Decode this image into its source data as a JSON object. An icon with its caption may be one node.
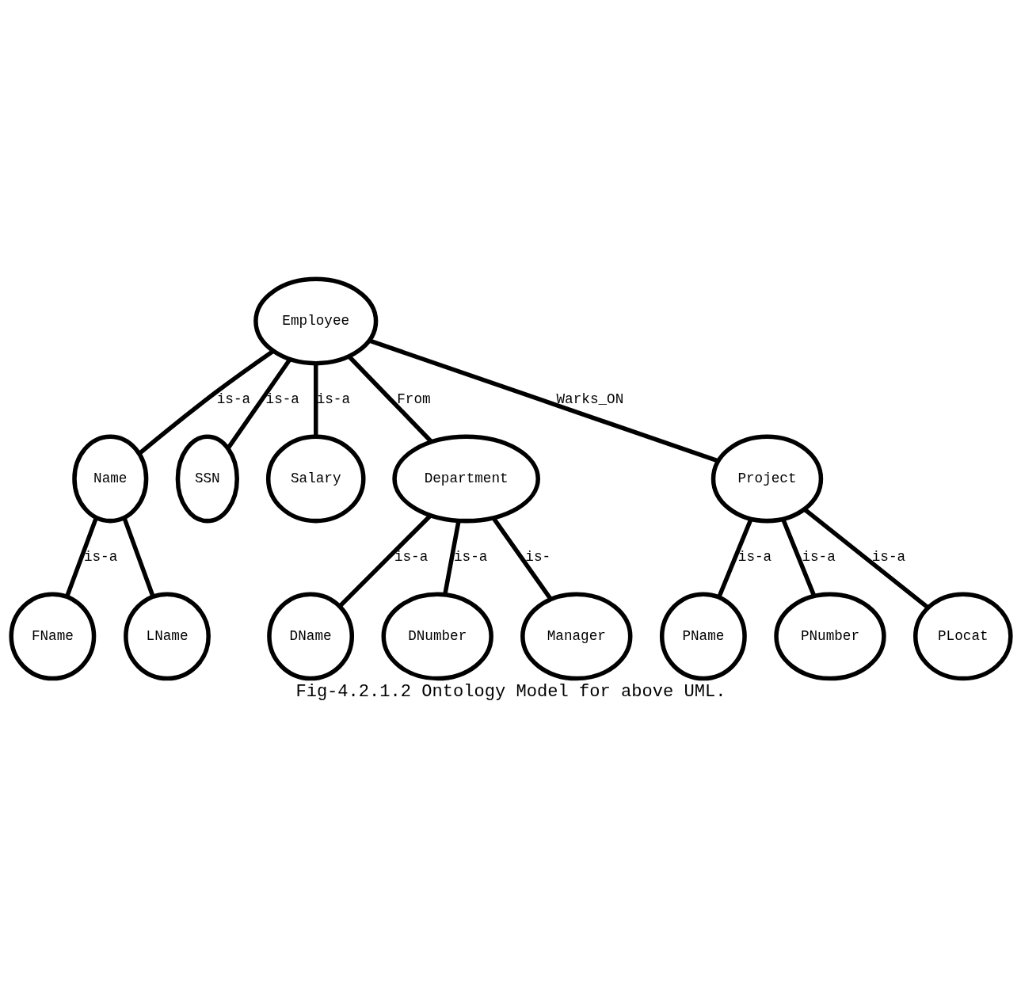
{
  "diagram": {
    "caption": "Fig-4.2.1.2 Ontology Model for above UML.",
    "nodes": [
      {
        "text": [
          "Employee"
        ]
      },
      {
        "text": [
          "Name"
        ]
      },
      {
        "text": [
          "SSN"
        ]
      },
      {
        "text": [
          "Salary"
        ]
      },
      {
        "text": [
          "FName"
        ]
      },
      {
        "text": [
          "LName"
        ]
      },
      {
        "text": [
          "Department"
        ]
      },
      {
        "text": [
          "DName"
        ]
      },
      {
        "text": [
          "DNumber"
        ]
      },
      {
        "text": [
          "Manager"
        ]
      },
      {
        "text": [
          "Project"
        ]
      },
      {
        "text": [
          "PName"
        ]
      },
      {
        "text": [
          "PNumber"
        ]
      },
      {
        "text": [
          "PLocat"
        ]
      }
    ],
    "edges": [
      {
        "from": 0,
        "to": 1,
        "arrow": "none",
        "label": "is-a"
      },
      {
        "from": 0,
        "to": 2,
        "arrow": "none",
        "label": "is-a"
      },
      {
        "from": 0,
        "to": 3,
        "arrow": "none",
        "label": "is-a"
      },
      {
        "from": 0,
        "to": 6,
        "arrow": "none",
        "label": "From"
      },
      {
        "from": 0,
        "to": 10,
        "arrow": "none",
        "label": "Warks_ON"
      },
      {
        "from": 1,
        "to": 4,
        "arrow": "none",
        "label": "is-a"
      },
      {
        "from": 1,
        "to": 5,
        "arrow": "none"
      },
      {
        "from": 6,
        "to": 7,
        "arrow": "none",
        "label": "is-a"
      },
      {
        "from": 6,
        "to": 8,
        "arrow": "none",
        "label": "is-a"
      },
      {
        "from": 6,
        "to": 9,
        "arrow": "none",
        "label": "is-"
      },
      {
        "from": 10,
        "to": 11,
        "arrow": "none",
        "label": "is-a"
      },
      {
        "from": 10,
        "to": 12,
        "arrow": "none",
        "label": "is-a"
      },
      {
        "from": 10,
        "to": 13,
        "arrow": "none",
        "label": "is-a"
      }
    ]
  }
}
